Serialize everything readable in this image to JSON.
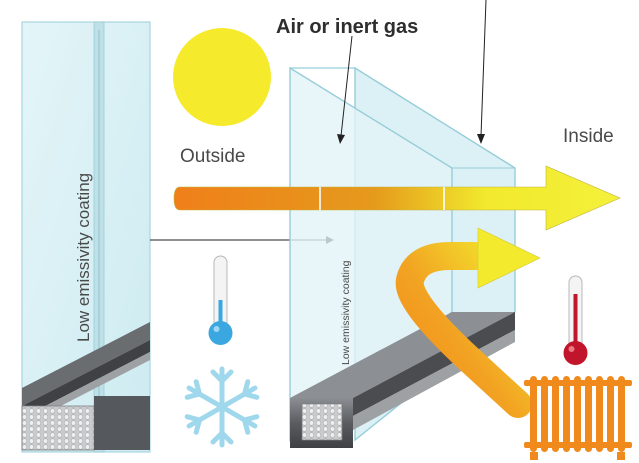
{
  "labels": {
    "gas_fill": "Air or inert gas",
    "outside": "Outside",
    "inside": "Inside",
    "coating_large": "Low emissivity coating",
    "coating_small": "Low emissivity coating"
  },
  "icons": {
    "sun": "sun-icon",
    "cold_thermometer": "cold-thermometer-icon",
    "warm_thermometer": "warm-thermometer-icon",
    "snowflake": "snowflake-icon",
    "radiator": "radiator-icon"
  },
  "colors": {
    "sun": "#f6ea2c",
    "arrow_orange": "#f08a1c",
    "arrow_yellow": "#f3ef2e",
    "glass_edge": "#9fd3df",
    "glass_fill": "#dcf1f5",
    "frame_dark": "#4d4f52",
    "cold_blue": "#3aa7e0",
    "warm_red": "#c0152a",
    "radiator": "#f08a1c"
  }
}
